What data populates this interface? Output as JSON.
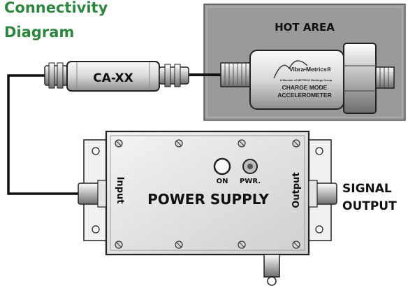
{
  "title": {
    "line1": "Connectivity",
    "line2": "Diagram"
  },
  "cable": {
    "label": "CA-XX"
  },
  "hot_area": {
    "label": "HOT AREA"
  },
  "accelerometer": {
    "brand": "Vibra•Metrics®",
    "tagline": "A Member of METRICS Holdings Group",
    "line1": "CHARGE MODE",
    "line2": "ACCELEROMETER"
  },
  "power_supply": {
    "label": "POWER SUPPLY",
    "on_label": "ON",
    "pwr_label": "PWR.",
    "input_label": "Input",
    "output_label": "Output"
  },
  "signal_output": {
    "line1": "SIGNAL",
    "line2": "OUTPUT"
  },
  "colors": {
    "title": "#2e8540",
    "hot_area_fill": "#9a9a9a",
    "cable": "#111111"
  }
}
